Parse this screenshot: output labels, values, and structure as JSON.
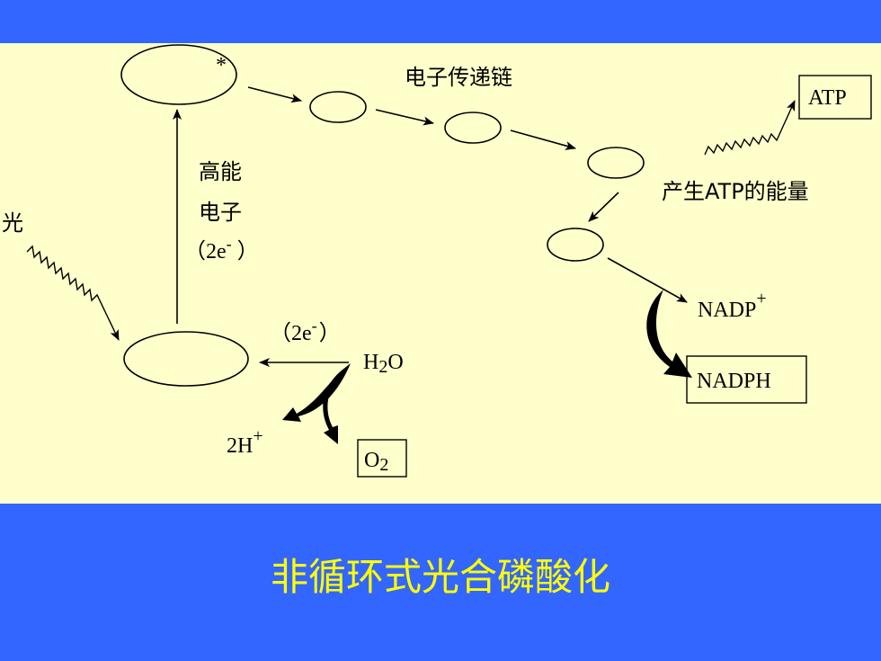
{
  "slide": {
    "title": "非循环式光合磷酸化",
    "colors": {
      "band": "#3366ff",
      "panel": "#ffffcc",
      "title": "#ffff00"
    }
  },
  "diagram": {
    "electron_chain_label": "电子传递链",
    "high_energy_label_line1": "高能",
    "high_energy_label_line2": "电子",
    "high_energy_e": "（2e",
    "high_energy_e_sup": "-",
    "high_energy_e_close": "）",
    "light_label": "光",
    "excited_mark": "*",
    "water_e": "（2e",
    "water_e_sup": "-",
    "water_e_close": "）",
    "water_h": "H",
    "water_sub": "2",
    "water_o": "O",
    "proton": "2H",
    "proton_sup": "+",
    "oxygen": "O",
    "oxygen_sub": "2",
    "atp": "ATP",
    "atp_energy": "产生ATP的能量",
    "nadp": "NADP",
    "nadp_sup": "+",
    "nadph": "NADPH"
  }
}
